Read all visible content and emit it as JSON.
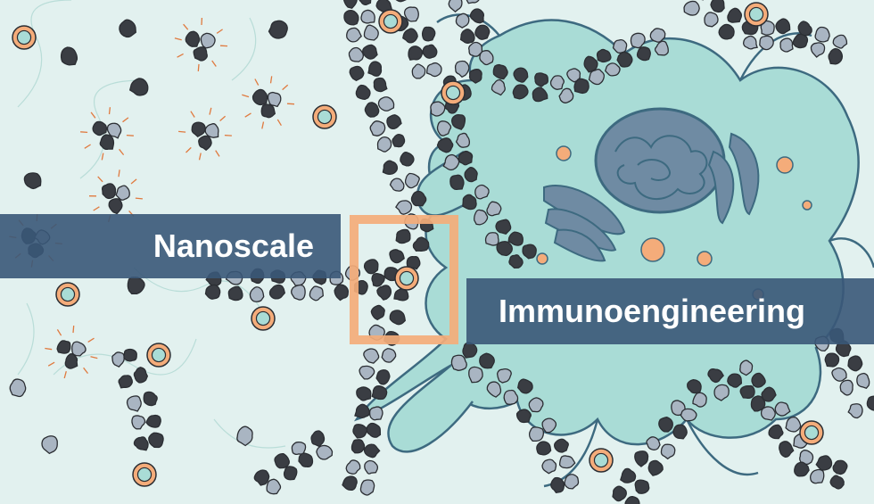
{
  "illustration": {
    "subject": "nanoparticle-cell-illustration",
    "colors": {
      "background": "#e2f1ef",
      "cell": "#a9dcd6",
      "cell_outline": "#3d6a80",
      "nucleus": "#6f8ba3",
      "particle_dark": "#3a3d43",
      "particle_light": "#a9b5c2",
      "accent": "#f4ac7a",
      "banner": "#3a5878"
    }
  },
  "banners": {
    "left": "Nanoscale",
    "right": "Immunoengineering"
  }
}
